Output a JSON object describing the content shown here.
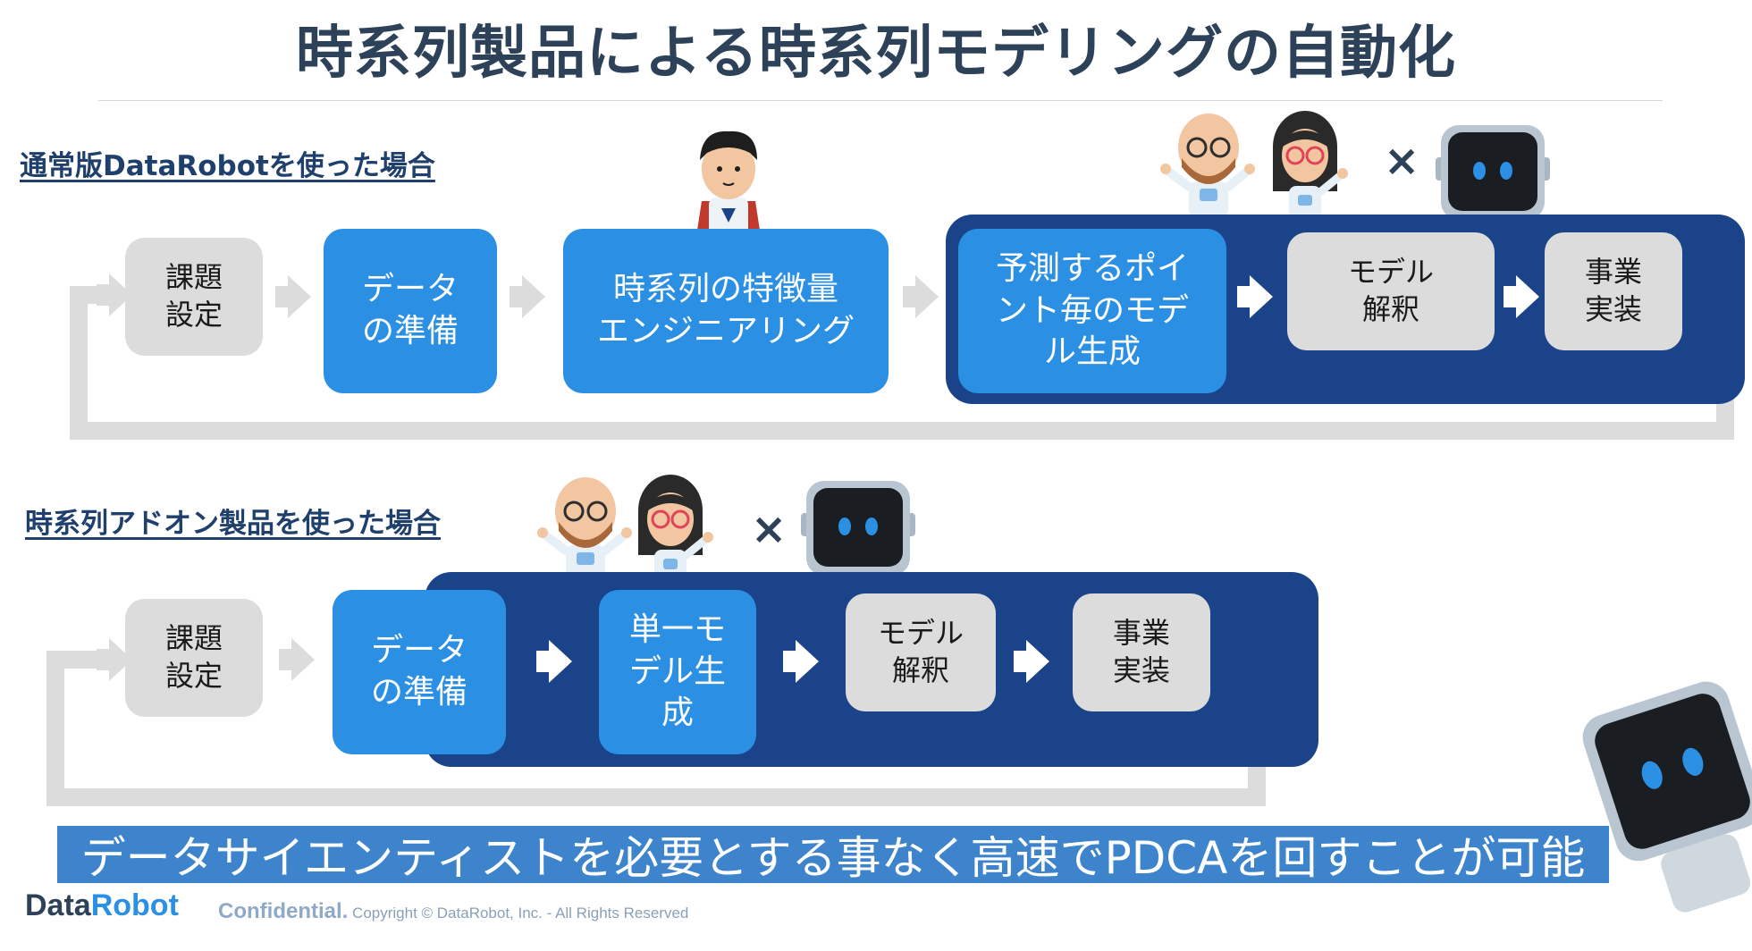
{
  "title": "時系列製品による時系列モデリングの自動化",
  "section1": {
    "label": "通常版DataRobotを使った場合",
    "steps": [
      "課題\n設定",
      "データ\nの準備",
      "時系列の特徴量\nエンジニアリング",
      "予測するポイ\nント毎のモデ\nル生成",
      "モデル\n解釈",
      "事業\n実装"
    ]
  },
  "section2": {
    "label": "時系列アドオン製品を使った場合",
    "steps": [
      "課題\n設定",
      "データ\nの準備",
      "単一モ\nデル生\n成",
      "モデル\n解釈",
      "事業\n実装"
    ]
  },
  "times_symbol": "×",
  "banner": "データサイエンティストを必要とする事なく高速でPDCAを回すことが可能",
  "footer": {
    "logo_data": "Data",
    "logo_robot": "Robot",
    "confidential": "Confidential.",
    "copyright": " Copyright © DataRobot, Inc. - All Rights Reserved"
  },
  "colors": {
    "blue_box": "#2b8fe3",
    "gray_box": "#dcdcdc",
    "panel": "#1b4389",
    "banner": "#3d84cc",
    "title": "#2d4158"
  }
}
